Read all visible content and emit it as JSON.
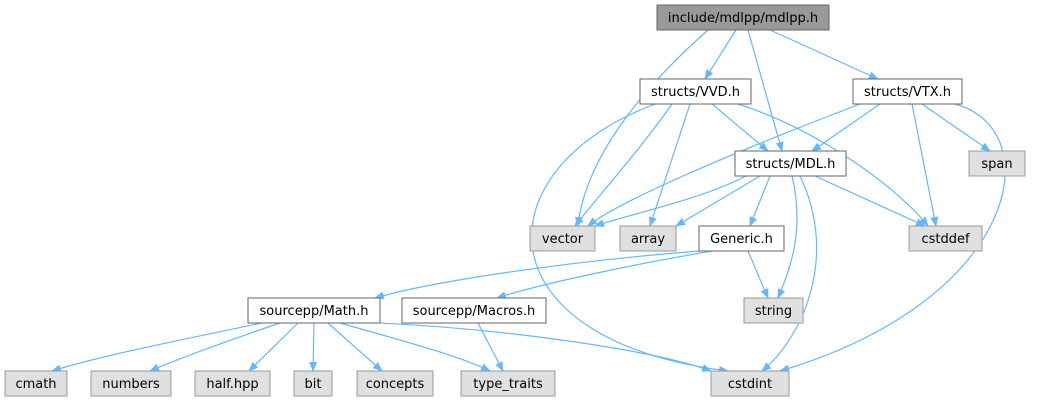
{
  "diagram": {
    "colors": {
      "edge": "#63b8ff",
      "root_fill": "#999999",
      "node_fill": "#ffffff",
      "external_fill": "#e0e0e0",
      "border": "#666666",
      "external_border": "#999999"
    },
    "nodes": [
      {
        "id": "root",
        "label": "include/mdlpp/mdlpp.h",
        "kind": "root"
      },
      {
        "id": "vvd",
        "label": "structs/VVD.h",
        "kind": "local"
      },
      {
        "id": "vtx",
        "label": "structs/VTX.h",
        "kind": "local"
      },
      {
        "id": "mdl",
        "label": "structs/MDL.h",
        "kind": "local"
      },
      {
        "id": "span",
        "label": "span",
        "kind": "external"
      },
      {
        "id": "vector",
        "label": "vector",
        "kind": "external"
      },
      {
        "id": "array",
        "label": "array",
        "kind": "external"
      },
      {
        "id": "generic",
        "label": "Generic.h",
        "kind": "local"
      },
      {
        "id": "cstddef",
        "label": "cstddef",
        "kind": "external"
      },
      {
        "id": "string",
        "label": "string",
        "kind": "external"
      },
      {
        "id": "math",
        "label": "sourcepp/Math.h",
        "kind": "local"
      },
      {
        "id": "macros",
        "label": "sourcepp/Macros.h",
        "kind": "local"
      },
      {
        "id": "cmath",
        "label": "cmath",
        "kind": "external"
      },
      {
        "id": "numbers",
        "label": "numbers",
        "kind": "external"
      },
      {
        "id": "half",
        "label": "half.hpp",
        "kind": "external"
      },
      {
        "id": "bit",
        "label": "bit",
        "kind": "external"
      },
      {
        "id": "concepts",
        "label": "concepts",
        "kind": "external"
      },
      {
        "id": "type_traits",
        "label": "type_traits",
        "kind": "external"
      },
      {
        "id": "cstdint",
        "label": "cstdint",
        "kind": "external"
      }
    ],
    "edges": [
      [
        "root",
        "vvd"
      ],
      [
        "root",
        "vtx"
      ],
      [
        "root",
        "mdl"
      ],
      [
        "root",
        "vector"
      ],
      [
        "vvd",
        "mdl"
      ],
      [
        "vvd",
        "vector"
      ],
      [
        "vvd",
        "array"
      ],
      [
        "vvd",
        "cstddef"
      ],
      [
        "vvd",
        "cstdint"
      ],
      [
        "vtx",
        "mdl"
      ],
      [
        "vtx",
        "span"
      ],
      [
        "vtx",
        "vector"
      ],
      [
        "vtx",
        "cstddef"
      ],
      [
        "vtx",
        "cstdint"
      ],
      [
        "mdl",
        "vector"
      ],
      [
        "mdl",
        "array"
      ],
      [
        "mdl",
        "generic"
      ],
      [
        "mdl",
        "cstddef"
      ],
      [
        "mdl",
        "string"
      ],
      [
        "mdl",
        "cstdint"
      ],
      [
        "generic",
        "string"
      ],
      [
        "generic",
        "math"
      ],
      [
        "generic",
        "macros"
      ],
      [
        "macros",
        "type_traits"
      ],
      [
        "math",
        "cmath"
      ],
      [
        "math",
        "numbers"
      ],
      [
        "math",
        "half"
      ],
      [
        "math",
        "bit"
      ],
      [
        "math",
        "concepts"
      ],
      [
        "math",
        "type_traits"
      ],
      [
        "math",
        "cstdint"
      ]
    ]
  }
}
